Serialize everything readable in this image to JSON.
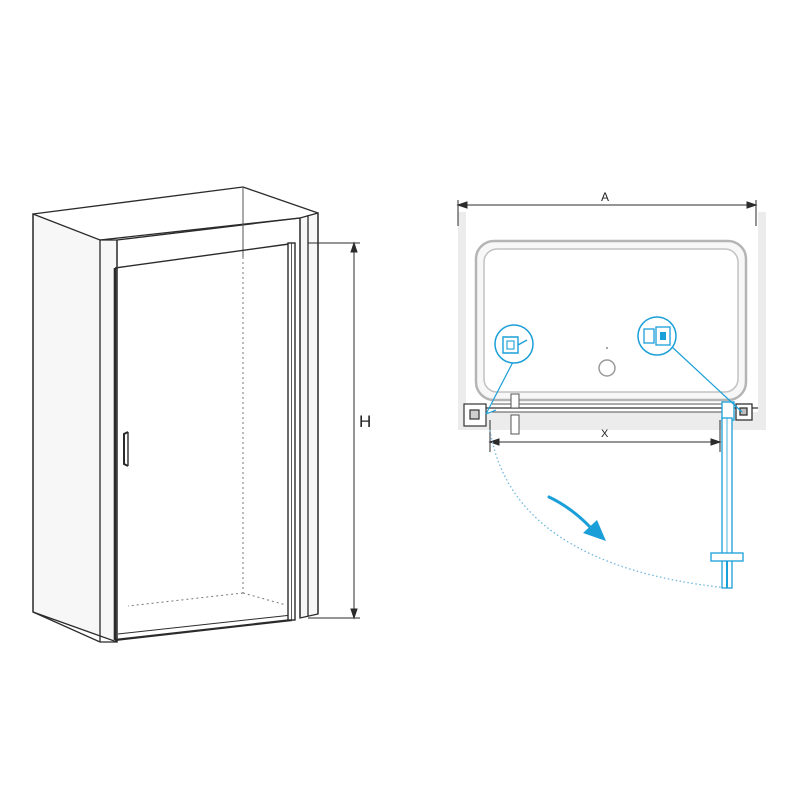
{
  "labels": {
    "height": "H",
    "total_width": "A",
    "opening_width": "X"
  },
  "colors": {
    "line": "#2b2b2b",
    "accent": "#1b9fd8",
    "wall_fill": "#eeeeee",
    "tray_stroke": "#b0b0b0"
  },
  "icons": {
    "left_detail": "wall-bracket-detail-icon",
    "right_detail": "hinge-detail-icon",
    "swing_arrow": "swing-direction-arrow-icon"
  }
}
